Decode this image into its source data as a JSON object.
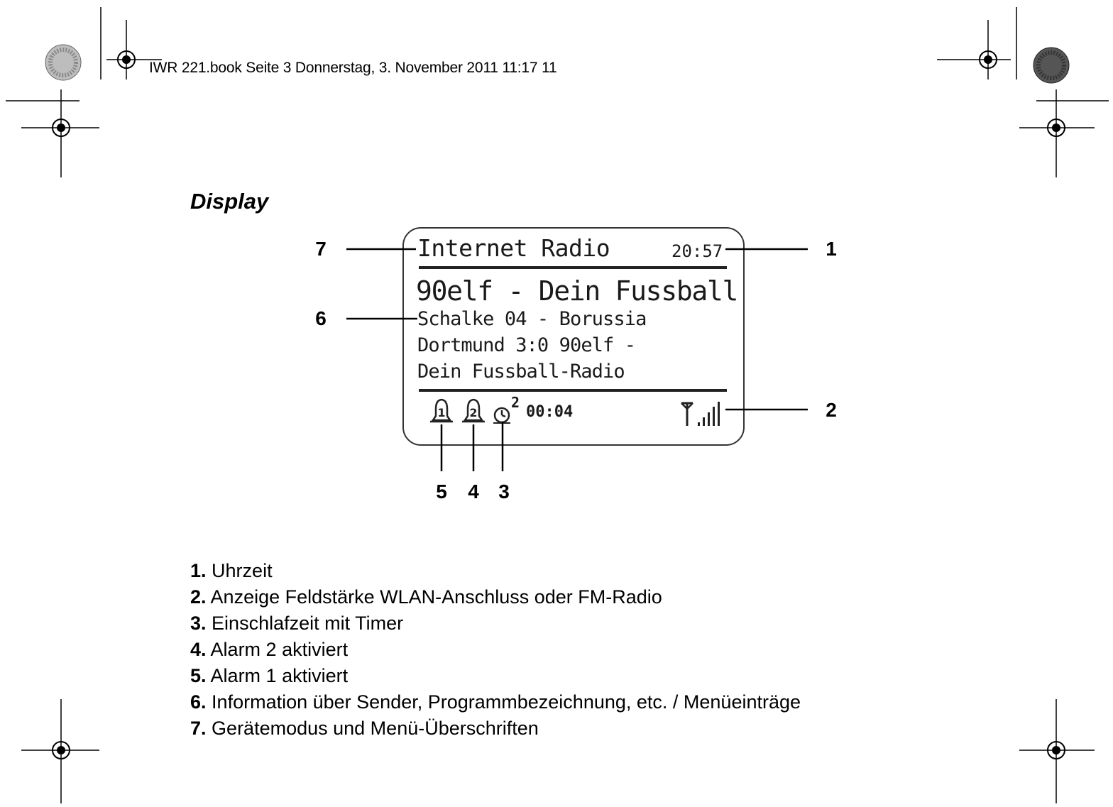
{
  "print_header": "IWR 221.book  Seite 3  Donnerstag, 3. November 2011  11:17 11",
  "section_title": "Display",
  "display": {
    "mode": "Internet Radio",
    "time": "20:57",
    "station": "90elf - Dein Fussball",
    "info_lines": [
      "Schalke 04 - Borussia",
      "Dortmund 3:0  90elf -",
      "Dein Fussball-Radio"
    ],
    "sleep_superscript": "2",
    "sleep_time": "00:04",
    "signal_level": "full"
  },
  "callouts": {
    "c1": "1",
    "c2": "2",
    "c3": "3",
    "c4": "4",
    "c5": "5",
    "c6": "6",
    "c7": "7"
  },
  "legend": [
    {
      "num": "1.",
      "text": "Uhrzeit"
    },
    {
      "num": "2.",
      "text": "Anzeige Feldstärke WLAN-Anschluss oder FM-Radio"
    },
    {
      "num": "3.",
      "text": "Einschlafzeit mit Timer"
    },
    {
      "num": "4.",
      "text": "Alarm 2 aktiviert"
    },
    {
      "num": "5.",
      "text": "Alarm 1 aktiviert"
    },
    {
      "num": "6.",
      "text": "Information über Sender, Programmbezeichnung, etc. / Menüeinträge"
    },
    {
      "num": "7.",
      "text": "Gerätemodus und Menü-Überschriften"
    }
  ]
}
